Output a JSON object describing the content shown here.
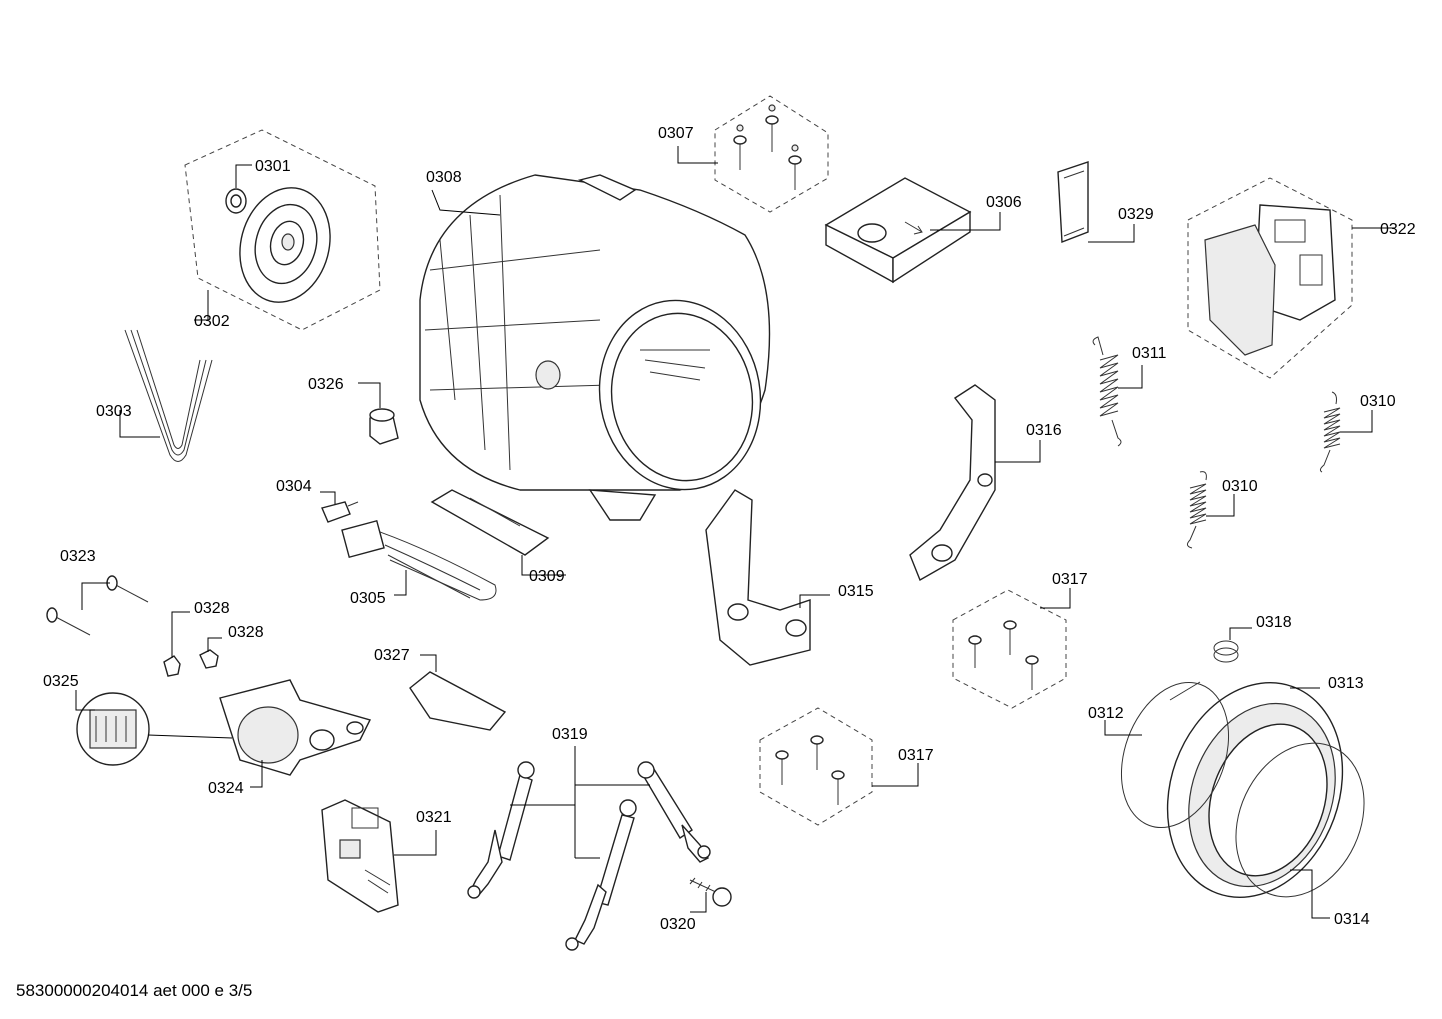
{
  "labels": {
    "p0301": "0301",
    "p0302": "0302",
    "p0303": "0303",
    "p0304": "0304",
    "p0305": "0305",
    "p0306": "0306",
    "p0307": "0307",
    "p0308": "0308",
    "p0309": "0309",
    "p0310a": "0310",
    "p0310b": "0310",
    "p0311": "0311",
    "p0312": "0312",
    "p0313": "0313",
    "p0314": "0314",
    "p0315": "0315",
    "p0316": "0316",
    "p0317a": "0317",
    "p0317b": "0317",
    "p0318": "0318",
    "p0319": "0319",
    "p0320": "0320",
    "p0321": "0321",
    "p0322": "0322",
    "p0323": "0323",
    "p0324": "0324",
    "p0325": "0325",
    "p0326": "0326",
    "p0327": "0327",
    "p0328a": "0328",
    "p0328b": "0328",
    "p0329": "0329"
  },
  "footer": "58300000204014 aet 000 e 3/5"
}
